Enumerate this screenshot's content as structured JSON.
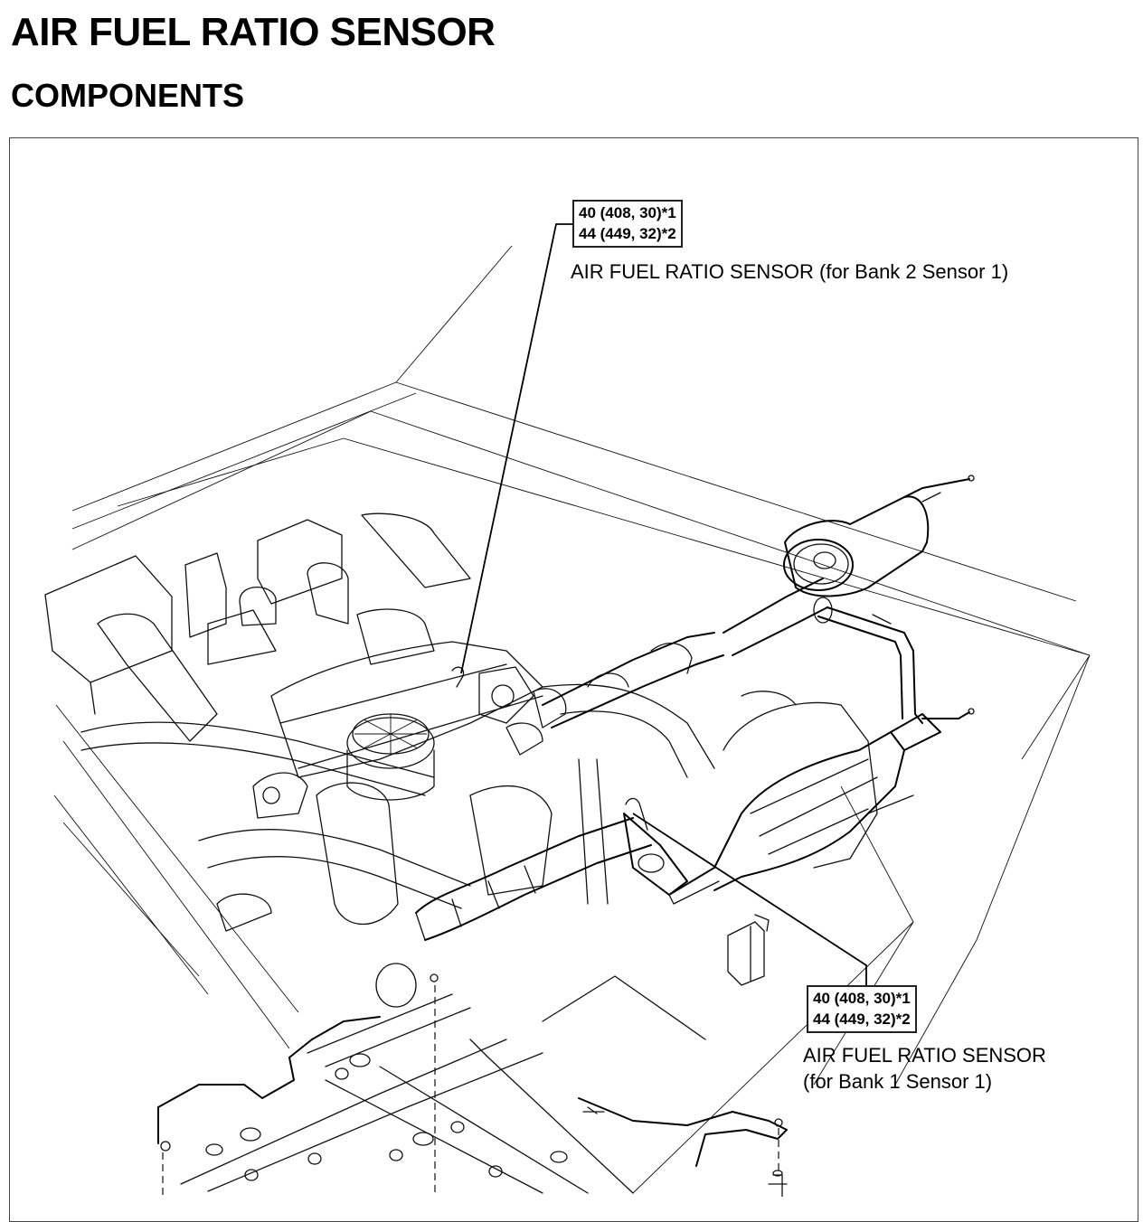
{
  "page": {
    "title": "AIR FUEL RATIO SENSOR",
    "section": "COMPONENTS"
  },
  "figure": {
    "description": "Engine compartment / exhaust line illustration with air fuel ratio sensor locations",
    "callouts": [
      {
        "id": "bank2-sensor1",
        "torque_lines": [
          "40 (408, 30)*1",
          "44 (449, 32)*2"
        ],
        "label_lines": [
          "AIR FUEL RATIO SENSOR (for Bank 2 Sensor 1)"
        ]
      },
      {
        "id": "bank1-sensor1",
        "torque_lines": [
          "40 (408, 30)*1",
          "44 (449, 32)*2"
        ],
        "label_lines": [
          "AIR FUEL RATIO SENSOR",
          "(for Bank 1 Sensor 1)"
        ]
      }
    ]
  }
}
